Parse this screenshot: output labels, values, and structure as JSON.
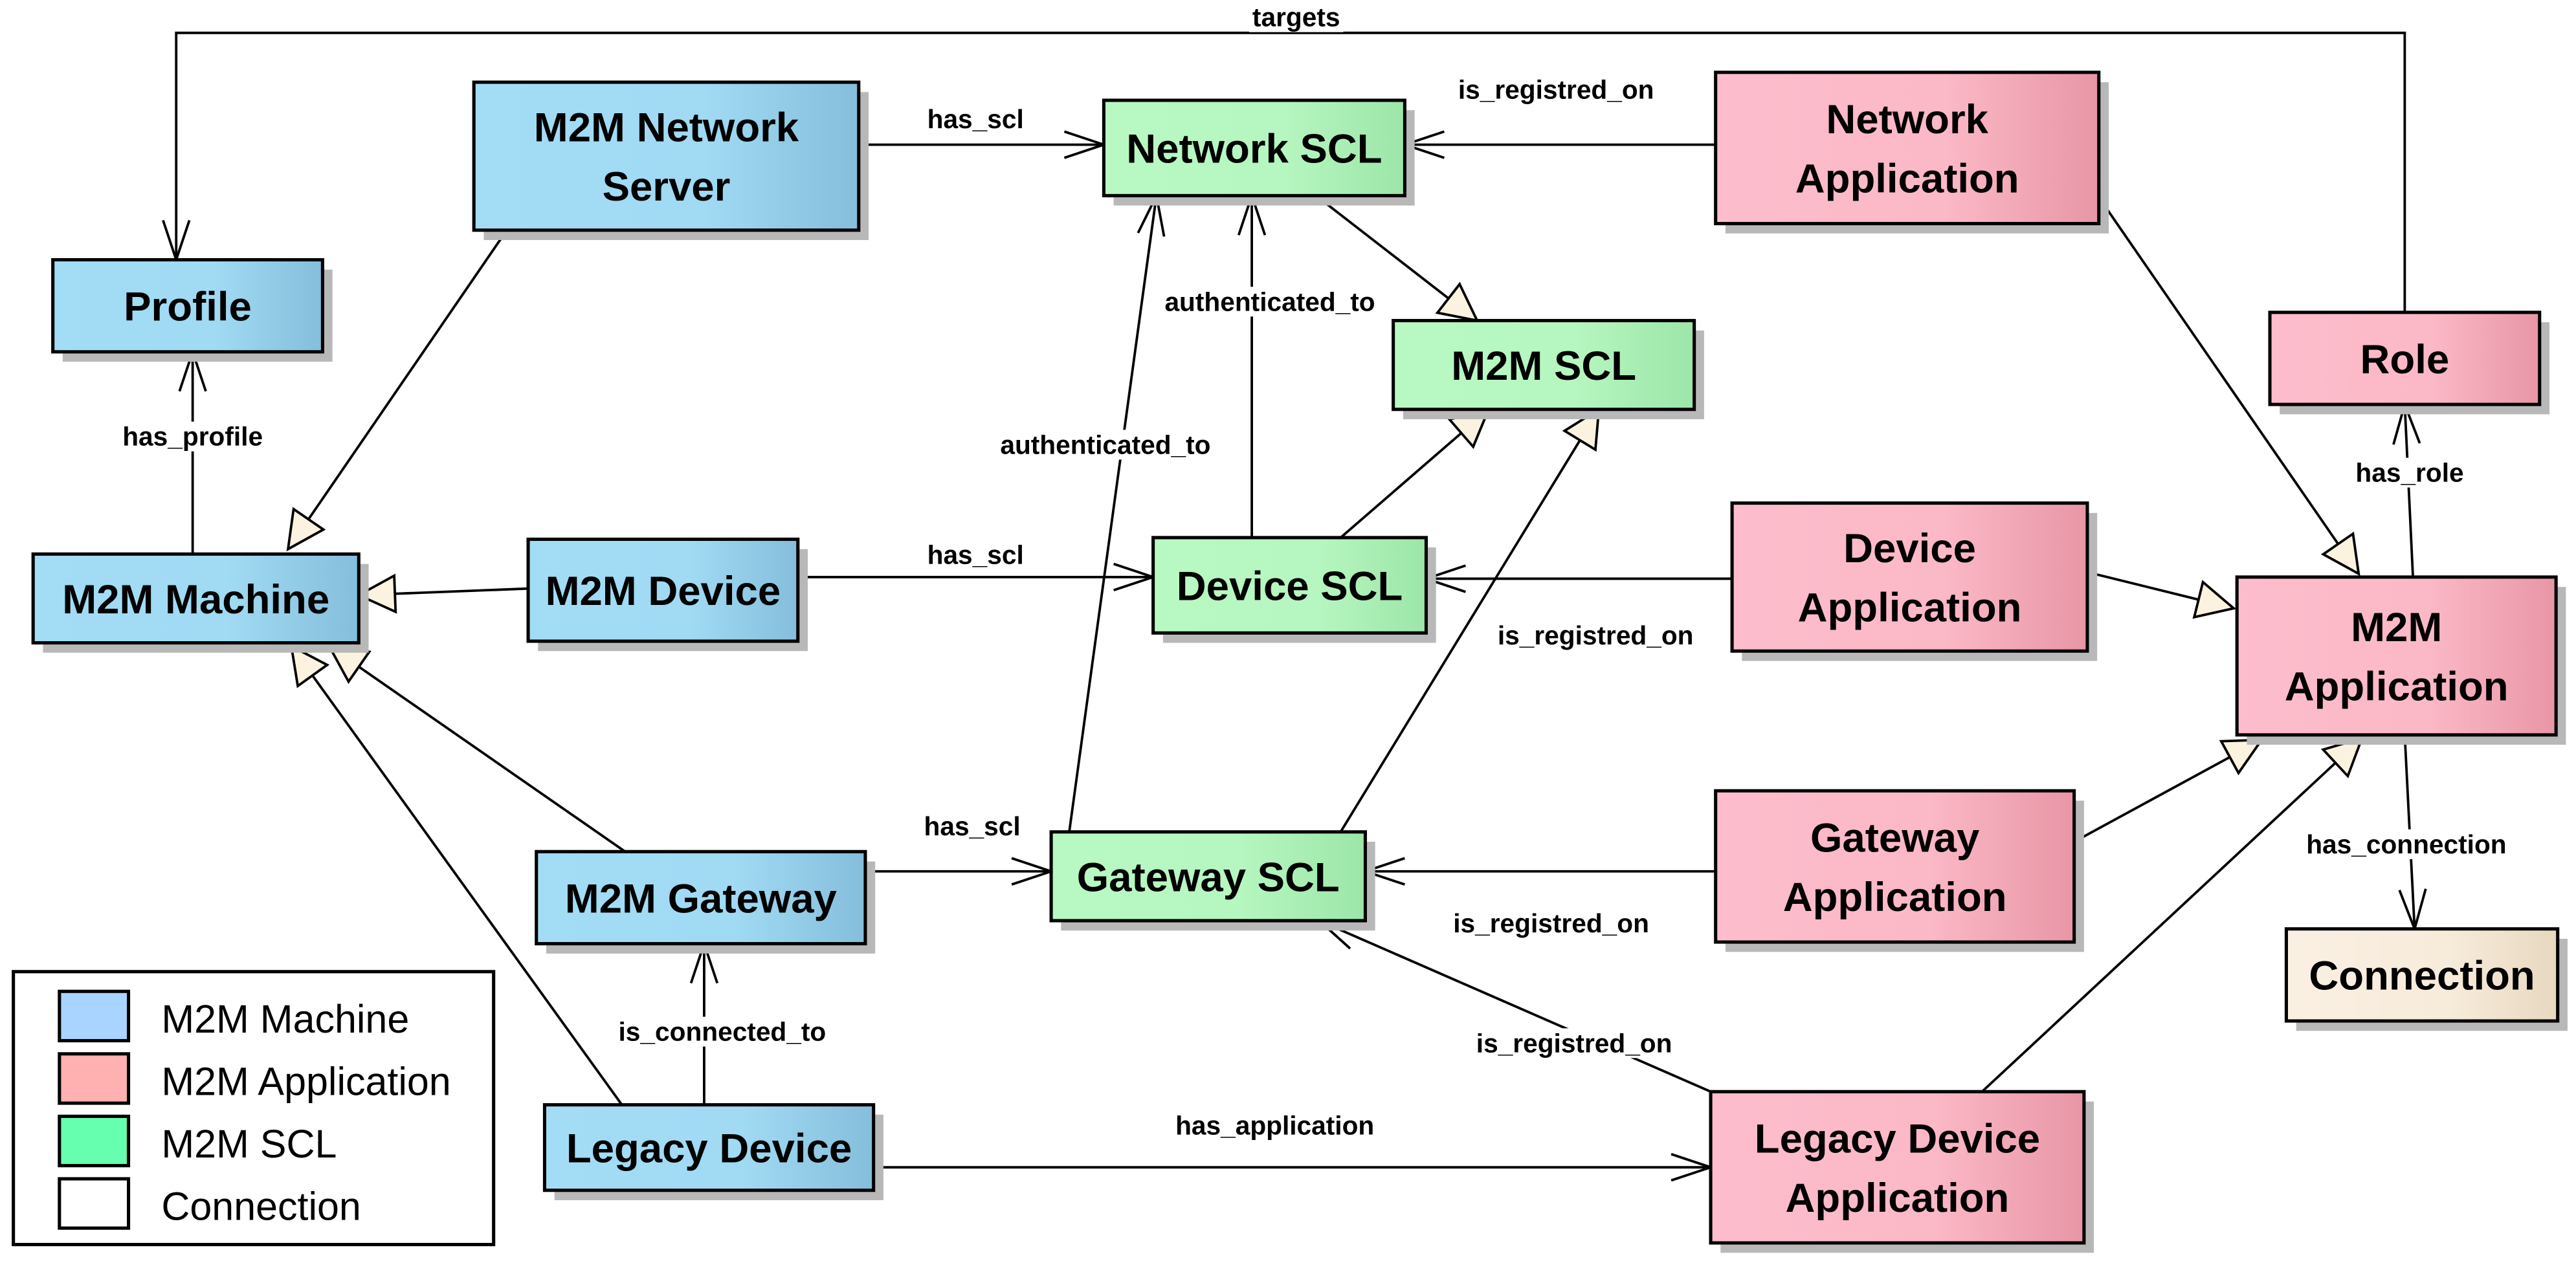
{
  "diagram": {
    "colors": {
      "machine": [
        "#a3dcf5",
        "#84bedb"
      ],
      "application": [
        "#fdbdcc",
        "#e896a6"
      ],
      "scl": [
        "#b8f8c2",
        "#9ce6a8"
      ],
      "connection": [
        "#faf0e2",
        "#e8d8c0"
      ]
    },
    "nodes": [
      {
        "id": "profile",
        "lines": [
          "Profile"
        ],
        "category": "machine"
      },
      {
        "id": "m2m-network-server",
        "lines": [
          "M2M Network",
          "Server"
        ],
        "category": "machine"
      },
      {
        "id": "m2m-machine",
        "lines": [
          "M2M Machine"
        ],
        "category": "machine"
      },
      {
        "id": "m2m-device",
        "lines": [
          "M2M Device"
        ],
        "category": "machine"
      },
      {
        "id": "m2m-gateway",
        "lines": [
          "M2M Gateway"
        ],
        "category": "machine"
      },
      {
        "id": "legacy-device",
        "lines": [
          "Legacy Device"
        ],
        "category": "machine"
      },
      {
        "id": "network-scl",
        "lines": [
          "Network SCL"
        ],
        "category": "scl"
      },
      {
        "id": "m2m-scl",
        "lines": [
          "M2M SCL"
        ],
        "category": "scl"
      },
      {
        "id": "device-scl",
        "lines": [
          "Device SCL"
        ],
        "category": "scl"
      },
      {
        "id": "gateway-scl",
        "lines": [
          "Gateway SCL"
        ],
        "category": "scl"
      },
      {
        "id": "network-application",
        "lines": [
          "Network",
          "Application"
        ],
        "category": "application"
      },
      {
        "id": "role",
        "lines": [
          "Role"
        ],
        "category": "application"
      },
      {
        "id": "device-application",
        "lines": [
          "Device",
          "Application"
        ],
        "category": "application"
      },
      {
        "id": "m2m-application",
        "lines": [
          "M2M",
          "Application"
        ],
        "category": "application"
      },
      {
        "id": "gateway-application",
        "lines": [
          "Gateway",
          "Application"
        ],
        "category": "application"
      },
      {
        "id": "legacy-device-application",
        "lines": [
          "Legacy Device",
          "Application"
        ],
        "category": "application"
      },
      {
        "id": "connection",
        "lines": [
          "Connection"
        ],
        "category": "connection"
      }
    ],
    "edges": [
      {
        "id": "targets",
        "label": "targets",
        "type": "association"
      },
      {
        "id": "has-profile",
        "label": "has_profile",
        "type": "association"
      },
      {
        "id": "network-server-has-scl",
        "label": "has_scl",
        "type": "association"
      },
      {
        "id": "network-app-registered",
        "label": "is_registred_on",
        "type": "association"
      },
      {
        "id": "device-authenticated",
        "label": "authenticated_to",
        "type": "association"
      },
      {
        "id": "gateway-authenticated",
        "label": "authenticated_to",
        "type": "association"
      },
      {
        "id": "device-has-scl",
        "label": "has_scl",
        "type": "association"
      },
      {
        "id": "device-app-registered",
        "label": "is_registred_on",
        "type": "association"
      },
      {
        "id": "gateway-has-scl",
        "label": "has_scl",
        "type": "association"
      },
      {
        "id": "gateway-app-registered",
        "label": "is_registred_on",
        "type": "association"
      },
      {
        "id": "legacy-app-registered",
        "label": "is_registred_on",
        "type": "association"
      },
      {
        "id": "is-connected-to",
        "label": "is_connected_to",
        "type": "association"
      },
      {
        "id": "has-application",
        "label": "has_application",
        "type": "association"
      },
      {
        "id": "has-role",
        "label": "has_role",
        "type": "association"
      },
      {
        "id": "has-connection",
        "label": "has_connection",
        "type": "association"
      }
    ],
    "legend": [
      {
        "label": "M2M Machine",
        "color": "#a9d4ff"
      },
      {
        "label": "M2M Application",
        "color": "#ffb0b0"
      },
      {
        "label": "M2M SCL",
        "color": "#66ffb0"
      },
      {
        "label": "Connection",
        "color": "#ffffff"
      }
    ]
  }
}
